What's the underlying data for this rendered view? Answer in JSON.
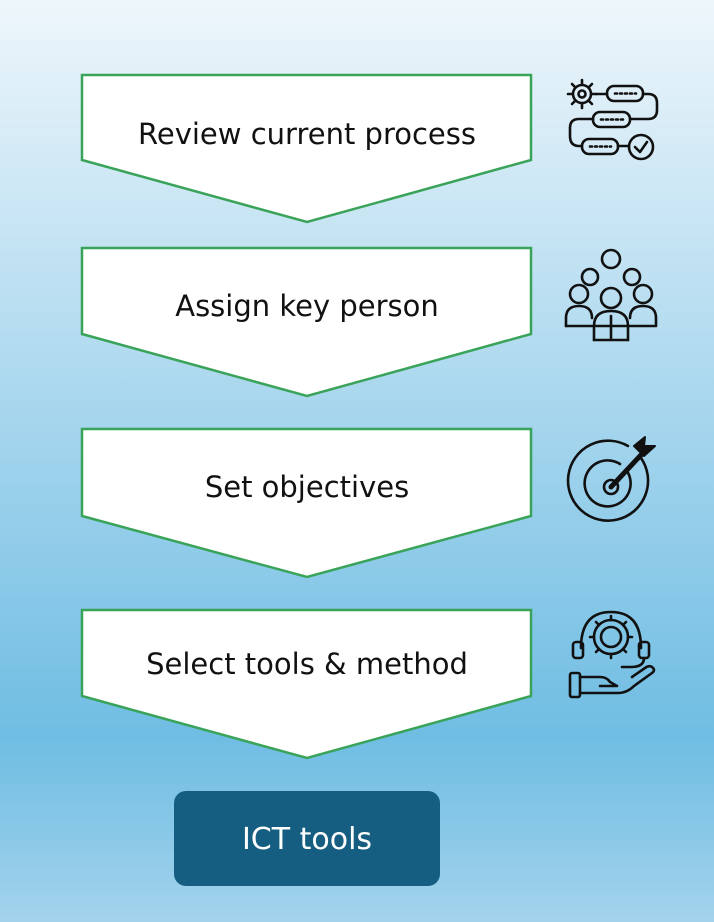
{
  "steps": [
    {
      "label": "Review current process",
      "icon": "process-flow-icon"
    },
    {
      "label": "Assign key person",
      "icon": "team-group-icon"
    },
    {
      "label": "Set objectives",
      "icon": "target-icon"
    },
    {
      "label": "Select tools & method",
      "icon": "support-gear-hand-icon"
    }
  ],
  "final": {
    "label": "ICT tools"
  },
  "colors": {
    "background_top": "#eef6fb",
    "background_bottom": "#70bde3",
    "arrow_fill": "#ffffff",
    "arrow_border": "#3aa35a",
    "final_box": "#155e82",
    "icon_stroke": "#111111"
  }
}
